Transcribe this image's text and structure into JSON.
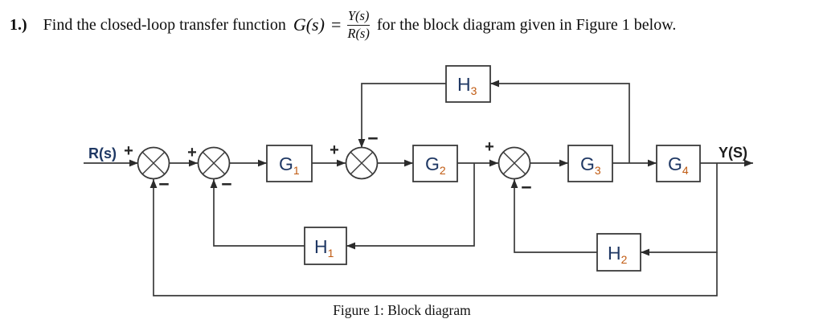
{
  "title": {
    "number": "1.)",
    "before": "Find the closed-loop transfer function",
    "math_lhs": "G(s)",
    "math_eq": "=",
    "math_num": "Y(s)",
    "math_den": "R(s)",
    "after": "for the block diagram given in Figure 1 below."
  },
  "diagram": {
    "caption": "Figure 1: Block diagram",
    "input_label": "R(s)",
    "output_label": "Y(S)",
    "signs": {
      "plus": "+",
      "minus": "−"
    },
    "blocks": {
      "g1": {
        "letter": "G",
        "sub": "1"
      },
      "g2": {
        "letter": "G",
        "sub": "2"
      },
      "g3": {
        "letter": "G",
        "sub": "3"
      },
      "g4": {
        "letter": "G",
        "sub": "4"
      },
      "h1": {
        "letter": "H",
        "sub": "1"
      },
      "h2": {
        "letter": "H",
        "sub": "2"
      },
      "h3": {
        "letter": "H",
        "sub": "3"
      }
    },
    "colors": {
      "wire": "#3a3a3a",
      "arrow": "#2b2b2b",
      "block_letter": "#1f3864",
      "block_subscript": "#c05a11",
      "input_label_color": "#1f3864",
      "output_label_color": "#1c1c1c",
      "sign_color": "#262626"
    }
  }
}
